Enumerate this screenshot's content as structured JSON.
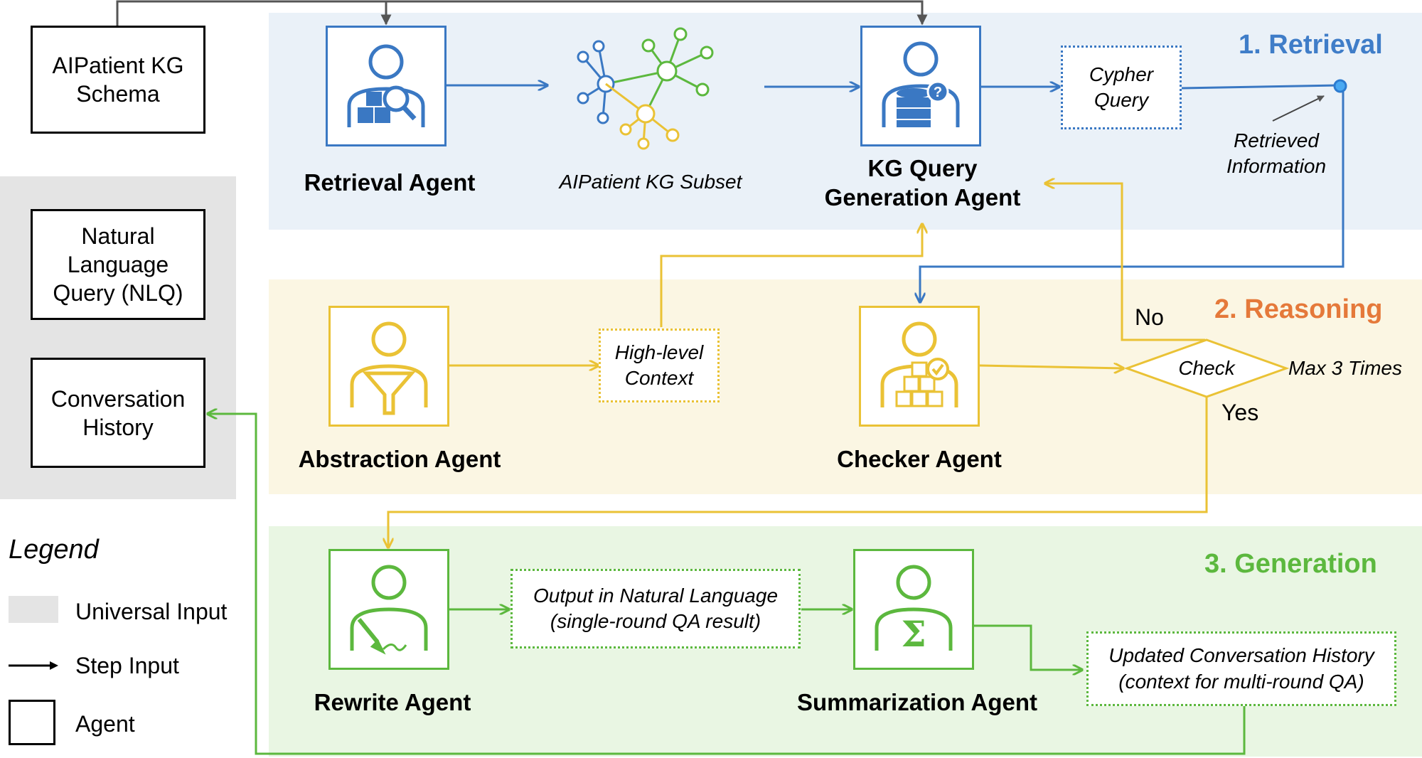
{
  "inputs": {
    "kg_schema": "AIPatient KG\nSchema",
    "nlq": "Natural\nLanguage\nQuery (NLQ)",
    "history": "Conversation\nHistory"
  },
  "stages": {
    "retrieval": "1. Retrieval",
    "reasoning": "2. Reasoning",
    "generation": "3. Generation"
  },
  "agents": {
    "retrieval": "Retrieval Agent",
    "kg_query": "KG Query\nGeneration Agent",
    "abstraction": "Abstraction Agent",
    "checker": "Checker Agent",
    "rewrite": "Rewrite Agent",
    "summarization": "Summarization Agent"
  },
  "items": {
    "kg_subset": "AIPatient KG Subset",
    "cypher_query": "Cypher\nQuery",
    "retrieved_info": "Retrieved\nInformation",
    "high_level_context": "High-level\nContext",
    "check": "Check",
    "max_times": "Max 3 Times",
    "no": "No",
    "yes": "Yes",
    "output_nl": "Output in Natural Language\n(single-round QA result)",
    "updated_history": "Updated Conversation History\n(context for multi-round QA)"
  },
  "legend": {
    "title": "Legend",
    "universal_input": "Universal Input",
    "step_input": "Step Input",
    "agent": "Agent"
  },
  "colors": {
    "retrieval": "#3a78c3",
    "reasoning": "#eac235",
    "generation": "#5cb83e",
    "retrieval_bg": "#eaf1f8",
    "reasoning_bg": "#fbf6e3",
    "generation_bg": "#e9f6e3",
    "input_bg": "#e4e4e4",
    "retrieval_title": "#3f7dc8",
    "reasoning_title": "#e5793a",
    "generation_title": "#5cb83e"
  }
}
